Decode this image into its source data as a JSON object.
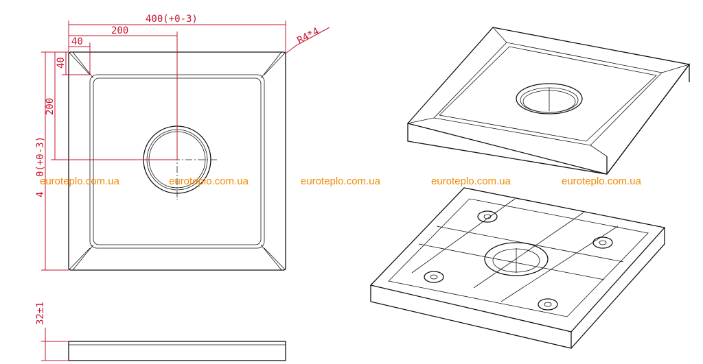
{
  "dimensions": {
    "width_total": "400(+0-3)",
    "width_half": "200",
    "rim_top": "40",
    "corner_radius": "R4*4",
    "rim_left": "40",
    "height_half": "200",
    "height_total": "0(+0-3)",
    "height_prefix": "4",
    "thickness": "32±1"
  },
  "watermarks": [
    "euroteplo.com.ua",
    "euroteplo.com.ua",
    "euroteplo.com.ua",
    "euroteplo.com.ua",
    "euroteplo.com.ua"
  ],
  "colors": {
    "dimension": "#c8102e",
    "watermark": "#f08a00",
    "outline": "#111111"
  }
}
